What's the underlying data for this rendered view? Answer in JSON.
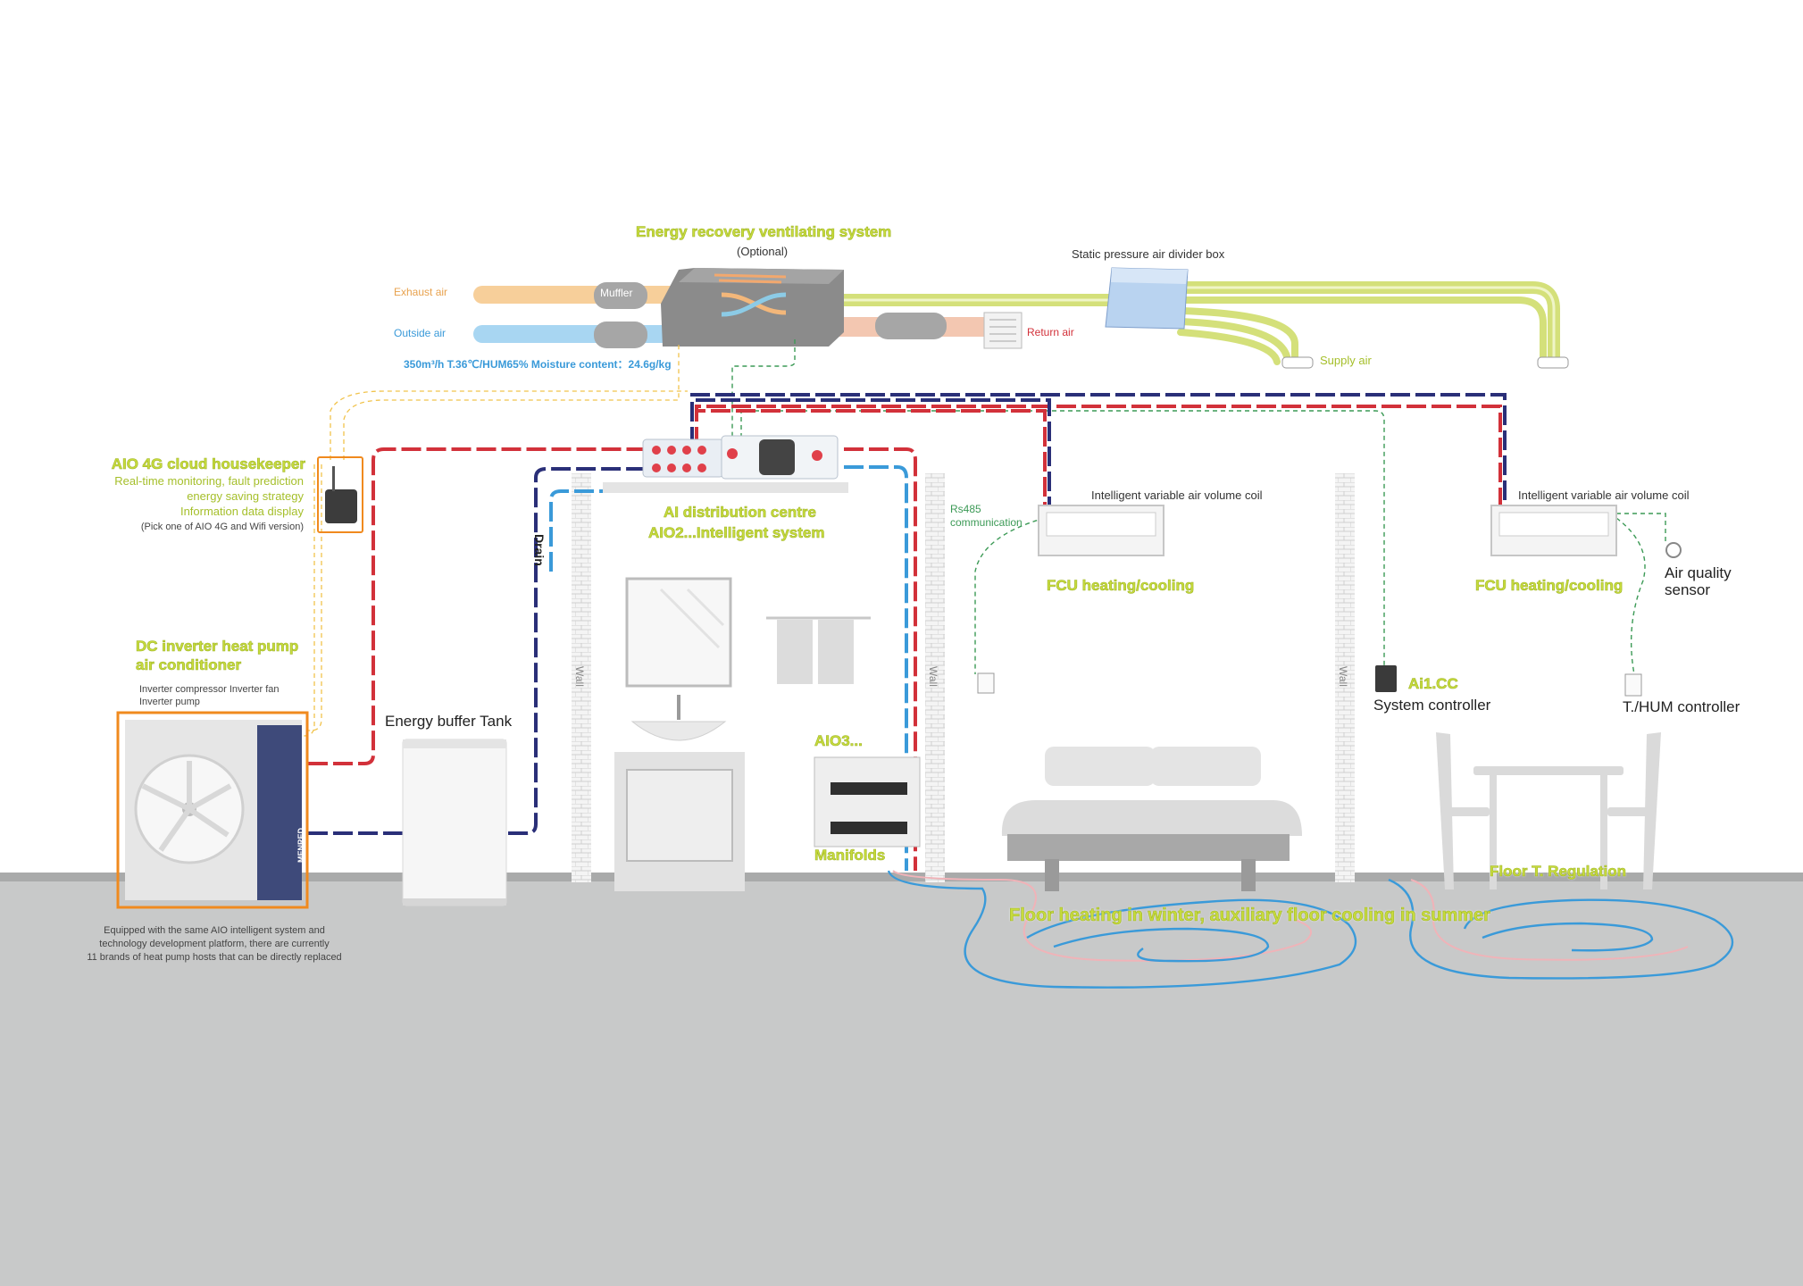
{
  "erv": {
    "title": "Energy recovery ventilating system",
    "optional": "(Optional)",
    "exhaust": "Exhaust air",
    "outside": "Outside air",
    "muffler": "Muffler",
    "return_air": "Return air",
    "spec": "350m³/h   T.36℃/HUM65% Moisture content：24.6g/kg"
  },
  "divider_box": "Static pressure air divider box",
  "supply_air": "Supply air",
  "cloud": {
    "title": "AIO 4G cloud housekeeper",
    "lines": [
      "Real-time monitoring, fault prediction",
      "energy saving strategy",
      "Information data display"
    ],
    "note": "(Pick one of  AIO 4G and Wifi version)"
  },
  "distribution": {
    "title": "AI distribution centre",
    "subtitle": "AIO2...Intelligent system"
  },
  "drain": "Drain",
  "rs485": [
    "Rs485",
    "communication"
  ],
  "coil": {
    "left": "Intelligent variable air volume coil",
    "right": "Intelligent variable air volume coil"
  },
  "fcu": {
    "left": "FCU heating/cooling",
    "right": "FCU heating/cooling"
  },
  "air_quality": [
    "Air quality",
    "sensor"
  ],
  "heat_pump": {
    "title": [
      "DC inverter heat pump",
      "air conditioner"
    ],
    "details": [
      "Inverter compressor Inverter fan",
      "Inverter  pump"
    ],
    "brand": "MENRED",
    "footer": [
      "Equipped with the same AIO intelligent system and",
      "technology development platform, there are currently",
      "11 brands of heat pump hosts that can be directly replaced"
    ]
  },
  "buffer_tank": "Energy buffer Tank",
  "wall": "Wall",
  "aio3": "AIO3...",
  "manifolds": "Manifolds",
  "system_controller": {
    "name": "Ai1.CC",
    "label": "System controller"
  },
  "thum_controller": "T./HUM controller",
  "floor_regulation": "Floor T. Regulation",
  "floor_heating": "Floor heating in winter, auxiliary floor cooling in summer",
  "colors": {
    "hot": "#d2313a",
    "cold": "#2a2f78",
    "light_blue": "#3a9ad9",
    "green_dash": "#3c9a56",
    "yellow_dash": "#f1c34c",
    "accent": "#c8dc3c",
    "floor": "#c8c9c9",
    "duct_exhaust": "#f7cf9a",
    "duct_outside": "#a8d6f2",
    "duct_supply": "#d4e07a",
    "orange_frame": "#f08a1e"
  }
}
